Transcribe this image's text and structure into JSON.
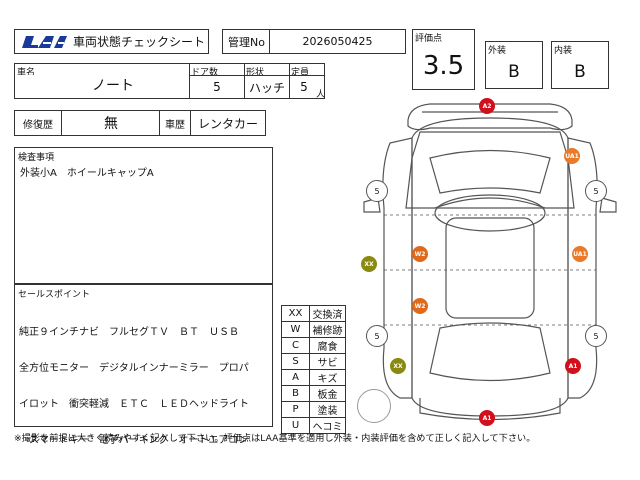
{
  "header": {
    "logo": "LAA",
    "title": "車両状態チェックシート",
    "mgmt_label": "管理No",
    "mgmt_value": "2026050425"
  },
  "vehicle": {
    "name_label": "車名",
    "name": "ノート",
    "doors_label": "ドア数",
    "doors": "5",
    "shape_label": "形状",
    "shape": "ハッチ",
    "capacity_label": "定員",
    "capacity": "5",
    "capacity_unit": "人"
  },
  "history": {
    "repair_label": "修復歴",
    "repair_value": "無",
    "vehicle_history_label": "車歴",
    "vehicle_history_value": "レンタカー"
  },
  "scores": {
    "overall_label": "評価点",
    "overall": "3.5",
    "exterior_label": "外装",
    "exterior": "B",
    "interior_label": "内装",
    "interior": "B"
  },
  "inspection": {
    "label": "検査事項",
    "text": "外装小A　ホイールキャップA"
  },
  "sales": {
    "label": "セールスポイント",
    "lines": [
      "純正９インチナビ　フルセグＴＶ　ＢＴ　ＵＳＢ",
      "全方位モニター　デジタルインナーミラー　プロパ",
      "イロット　衝突軽減　ＥＴＣ　ＬＥＤヘッドライト",
      "　スマートキー　電子パーキング　オートエアコン"
    ]
  },
  "legend": [
    {
      "code": "XX",
      "desc": "交換済"
    },
    {
      "code": "W",
      "desc": "補修跡"
    },
    {
      "code": "C",
      "desc": "腐食"
    },
    {
      "code": "S",
      "desc": "サビ"
    },
    {
      "code": "A",
      "desc": "キズ"
    },
    {
      "code": "B",
      "desc": "板金"
    },
    {
      "code": "P",
      "desc": "塗装"
    },
    {
      "code": "U",
      "desc": "ヘコミ"
    }
  ],
  "diagram": {
    "marks": [
      {
        "label": "A2",
        "color": "#d0101c"
      },
      {
        "label": "UA1",
        "color": "#e87a2a"
      },
      {
        "label": "W2",
        "color": "#e06a1c"
      },
      {
        "label": "UA1",
        "color": "#e87a2a"
      },
      {
        "label": "XX",
        "color": "#8a8a10"
      },
      {
        "label": "W2",
        "color": "#e06a1c"
      },
      {
        "label": "XX",
        "color": "#8a8a10"
      },
      {
        "label": "A1",
        "color": "#d0101c"
      },
      {
        "label": "A1",
        "color": "#d0101c"
      }
    ],
    "tires": [
      "5",
      "5",
      "5",
      "5"
    ]
  },
  "footer": "※撮影を前提に大きく読みやすく記入して下さい。評価点はLAA基準を適用し外装・内装評価を含めて正しく記入して下さい。"
}
